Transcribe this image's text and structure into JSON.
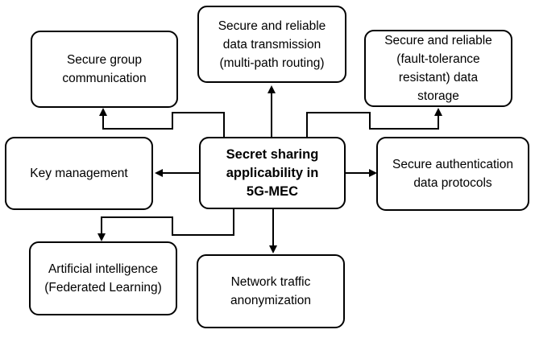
{
  "diagram": {
    "center": "Secret sharing\napplicability in\n5G-MEC",
    "nodes": {
      "group": "Secure group\ncommunication",
      "transmission": "Secure and reliable\ndata transmission\n(multi-path routing)",
      "storage": "Secure and reliable\n(fault-tolerance\nresistant) data\nstorage",
      "key": "Key management",
      "auth": "Secure authentication\ndata protocols",
      "ai": "Artificial intelligence\n(Federated Learning)",
      "traffic": "Network traffic\nanonymization"
    },
    "colors": {
      "line": "#000000",
      "fill": "#ffffff"
    }
  }
}
